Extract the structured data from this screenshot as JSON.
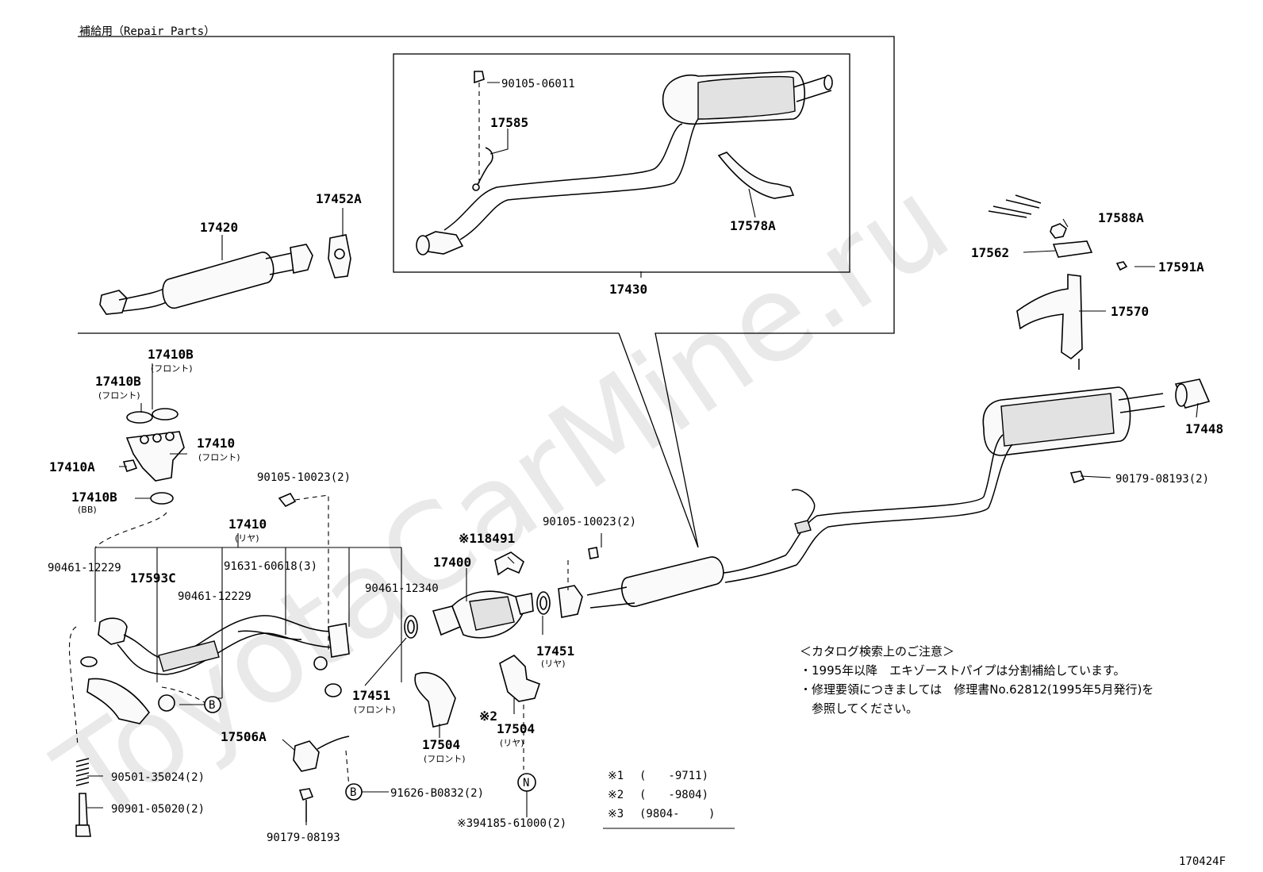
{
  "watermark": "ToyotaCarMine.ru",
  "repair_parts_heading": "補給用（Repair Parts）",
  "diagram_code": "170424F",
  "parts": {
    "p17420": "17420",
    "p17452A": "17452A",
    "p90105_06011": "90105-06011",
    "p17585": "17585",
    "p17578A": "17578A",
    "p17430": "17430",
    "p17588A": "17588A",
    "p17562": "17562",
    "p17591A": "17591A",
    "p17570": "17570",
    "p17448": "17448",
    "p90179_08193_2": "90179-08193(2)",
    "p17410B_top": "17410B",
    "p17410B_mid": "17410B",
    "p17410": "17410",
    "p17410A": "17410A",
    "p17410B_bot": "17410B",
    "p90105_10023_a": "90105-10023(2)",
    "p17410_rear": "17410",
    "p90461_12229_a": "90461-12229",
    "p17593C": "17593C",
    "p91631_60618": "91631-60618(3)",
    "p90461_12229_b": "90461-12229",
    "p90461_12340": "90461-12340",
    "p18491": "※118491",
    "p17400": "17400",
    "p90105_10023_b": "90105-10023(2)",
    "p17451_rear": "17451",
    "p17451_front": "17451",
    "p17504_front": "17504",
    "p17504_rear": "17504",
    "p_note2": "※2",
    "p17506A": "17506A",
    "p90501_35024": "90501-35024(2)",
    "p90901_05020": "90901-05020(2)",
    "p91626_B0832": "91626-B0832(2)",
    "p90179_08193": "90179-08193",
    "p94185_61000": "※394185-61000(2)"
  },
  "sublabels": {
    "front_a": "(フロント)",
    "front_b": "(フロント)",
    "front_c": "(フロント)",
    "front_d": "(フロント)",
    "front_e": "(フロント)",
    "rear_a": "(リヤ)",
    "rear_b": "(リヤ)",
    "rear_c": "(リヤ)",
    "bb": "(BB)"
  },
  "markers": {
    "b1": "B",
    "b2": "B",
    "n": "N"
  },
  "legend": {
    "rows": [
      {
        "key": "※1",
        "value": "(　　-9711)"
      },
      {
        "key": "※2",
        "value": "(　　-9804)"
      },
      {
        "key": "※3",
        "value": "(9804-　　 )"
      }
    ]
  },
  "notes": {
    "title": "＜カタログ検索上のご注意＞",
    "line1": "・1995年以降　エキゾーストパイプは分割補給しています。",
    "line2": "・修理要領につきましては　修理書No.62812(1995年5月発行)を",
    "line3": "　参照してください。"
  }
}
